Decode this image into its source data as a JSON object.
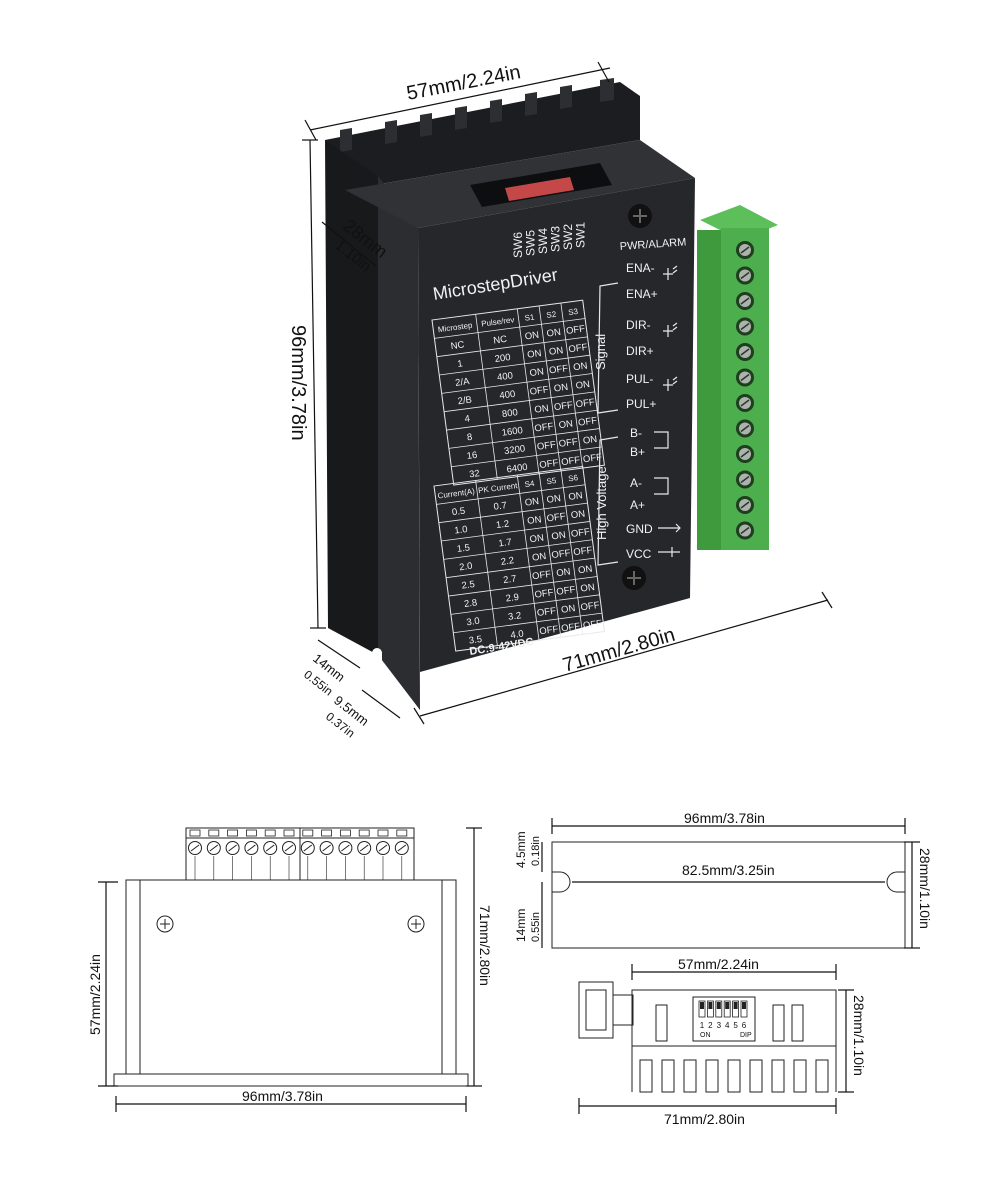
{
  "product": {
    "title": "MicrostepDriver",
    "switch_labels": [
      "SW6",
      "SW5",
      "SW4",
      "SW3",
      "SW2",
      "SW1"
    ],
    "microstep_table": {
      "headers": [
        "Microstep",
        "Pulse/rev",
        "S1",
        "S2",
        "S3"
      ],
      "rows": [
        [
          "NC",
          "NC",
          "ON",
          "ON",
          "OFF"
        ],
        [
          "1",
          "200",
          "ON",
          "ON",
          "OFF"
        ],
        [
          "2/A",
          "400",
          "ON",
          "OFF",
          "ON"
        ],
        [
          "2/B",
          "400",
          "OFF",
          "ON",
          "ON"
        ],
        [
          "4",
          "800",
          "ON",
          "OFF",
          "OFF"
        ],
        [
          "8",
          "1600",
          "OFF",
          "ON",
          "OFF"
        ],
        [
          "16",
          "3200",
          "OFF",
          "OFF",
          "ON"
        ],
        [
          "32",
          "6400",
          "OFF",
          "OFF",
          "OFF"
        ]
      ]
    },
    "current_table": {
      "headers": [
        "Current(A)",
        "PK Current",
        "S4",
        "S5",
        "S6"
      ],
      "rows": [
        [
          "0.5",
          "0.7",
          "ON",
          "ON",
          "ON"
        ],
        [
          "1.0",
          "1.2",
          "ON",
          "OFF",
          "ON"
        ],
        [
          "1.5",
          "1.7",
          "ON",
          "ON",
          "OFF"
        ],
        [
          "2.0",
          "2.2",
          "ON",
          "OFF",
          "OFF"
        ],
        [
          "2.5",
          "2.7",
          "OFF",
          "ON",
          "ON"
        ],
        [
          "2.8",
          "2.9",
          "OFF",
          "OFF",
          "ON"
        ],
        [
          "3.0",
          "3.2",
          "OFF",
          "ON",
          "OFF"
        ],
        [
          "3.5",
          "4.0",
          "OFF",
          "OFF",
          "OFF"
        ]
      ]
    },
    "voltage": "DC:9-42VDC",
    "pwr_alarm": "PWR/ALARM",
    "signal_label": "Signal",
    "high_voltage_label": "High Voltage",
    "signal_terminals": [
      "ENA-",
      "ENA+",
      "DIR-",
      "DIR+",
      "PUL-",
      "PUL+"
    ],
    "power_terminals": [
      "B-",
      "B+",
      "A-",
      "A+",
      "GND",
      "VCC"
    ],
    "dip_numbers": [
      "1",
      "2",
      "3",
      "4",
      "5",
      "6"
    ],
    "dip_on": "ON",
    "dip_text": "DIP"
  },
  "dimensions": {
    "iso_width": "57mm/2.24in",
    "iso_height": "96mm/3.78in",
    "iso_depth_mm": "28mm",
    "iso_depth_in": "1.10in",
    "iso_length": "71mm/2.80in",
    "iso_flange_mm": "14mm",
    "iso_flange_in": "0.55in",
    "iso_slot_mm": "9.5mm",
    "iso_slot_in": "0.37in",
    "top_height": "57mm/2.24in",
    "top_width": "96mm/3.78in",
    "top_depth": "71mm/2.80in",
    "side_length": "96mm/3.78in",
    "side_hole_spacing": "82.5mm/3.25in",
    "side_height": "28mm/1.10in",
    "side_top_mm": "4.5mm",
    "side_top_in": "0.18in",
    "side_flange_mm": "14mm",
    "side_flange_in": "0.55in",
    "end_width": "57mm/2.24in",
    "end_height": "28mm/1.10in",
    "end_length": "71mm/2.80in"
  },
  "colors": {
    "body": "#25272b",
    "heatsink": "#1c1d20",
    "terminal_green": "#4cae4c",
    "terminal_dark_green": "#2f7d32",
    "print": "#f0f0f0"
  }
}
